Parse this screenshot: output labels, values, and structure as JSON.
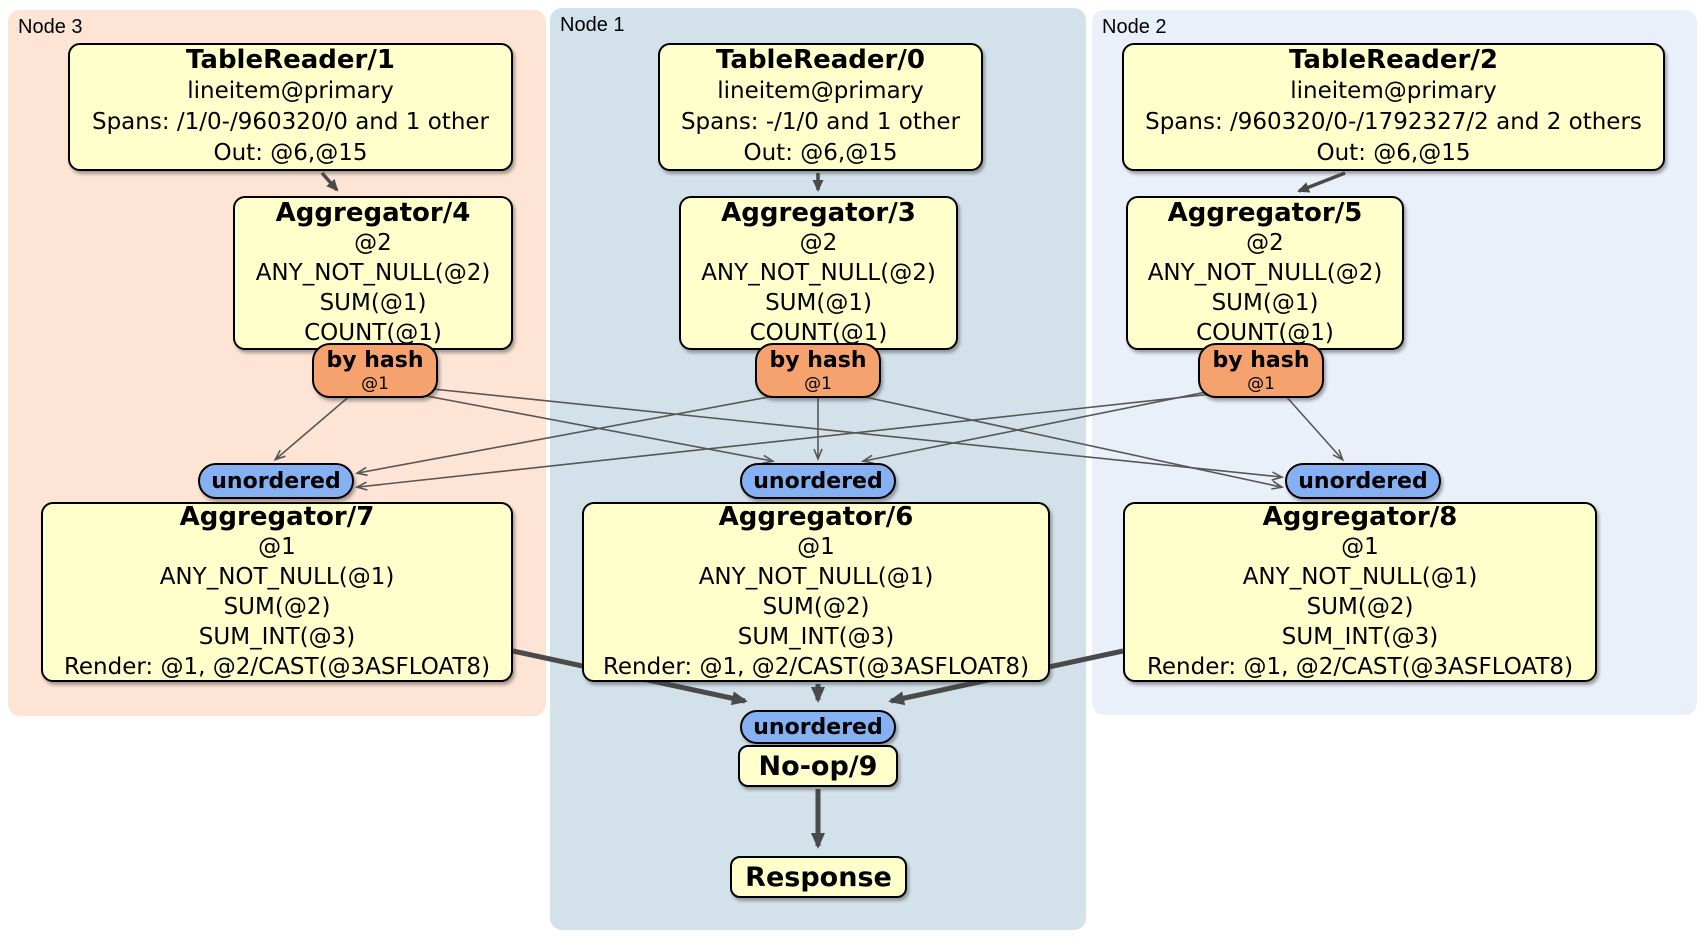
{
  "groups": [
    {
      "label": "Node 3"
    },
    {
      "label": "Node 1"
    },
    {
      "label": "Node 2"
    }
  ],
  "processors": {
    "tr1": {
      "title": "TableReader/1",
      "lines": [
        "lineitem@primary",
        "Spans: /1/0-/960320/0 and 1 other",
        "Out: @6,@15"
      ]
    },
    "tr0": {
      "title": "TableReader/0",
      "lines": [
        "lineitem@primary",
        "Spans: -/1/0 and 1 other",
        "Out: @6,@15"
      ]
    },
    "tr2": {
      "title": "TableReader/2",
      "lines": [
        "lineitem@primary",
        "Spans: /960320/0-/1792327/2 and 2 others",
        "Out: @6,@15"
      ]
    },
    "agg4": {
      "title": "Aggregator/4",
      "lines": [
        "@2",
        "ANY_NOT_NULL(@2)",
        "SUM(@1)",
        "COUNT(@1)"
      ]
    },
    "agg3": {
      "title": "Aggregator/3",
      "lines": [
        "@2",
        "ANY_NOT_NULL(@2)",
        "SUM(@1)",
        "COUNT(@1)"
      ]
    },
    "agg5": {
      "title": "Aggregator/5",
      "lines": [
        "@2",
        "ANY_NOT_NULL(@2)",
        "SUM(@1)",
        "COUNT(@1)"
      ]
    },
    "agg7": {
      "title": "Aggregator/7",
      "lines": [
        "@1",
        "ANY_NOT_NULL(@1)",
        "SUM(@2)",
        "SUM_INT(@3)",
        "Render: @1, @2/CAST(@3ASFLOAT8)"
      ]
    },
    "agg6": {
      "title": "Aggregator/6",
      "lines": [
        "@1",
        "ANY_NOT_NULL(@1)",
        "SUM(@2)",
        "SUM_INT(@3)",
        "Render: @1, @2/CAST(@3ASFLOAT8)"
      ]
    },
    "agg8": {
      "title": "Aggregator/8",
      "lines": [
        "@1",
        "ANY_NOT_NULL(@1)",
        "SUM(@2)",
        "SUM_INT(@3)",
        "Render: @1, @2/CAST(@3ASFLOAT8)"
      ]
    },
    "noop": {
      "title": "No-op/9"
    },
    "response": {
      "title": "Response"
    }
  },
  "routers": {
    "by_hash_label": "by hash",
    "by_hash_detail": "@1"
  },
  "streams": {
    "unordered_label": "unordered"
  },
  "colors": {
    "node3_bg": "#fde4d4",
    "node1_bg": "#d3e2ea",
    "node2_bg": "#eaf0f9",
    "processor_fill": "#ffffcc",
    "router_fill": "#f6a26e",
    "stream_fill": "#85b1f2",
    "edge_thin": "#575757",
    "edge_thick": "#4a4a4a"
  }
}
